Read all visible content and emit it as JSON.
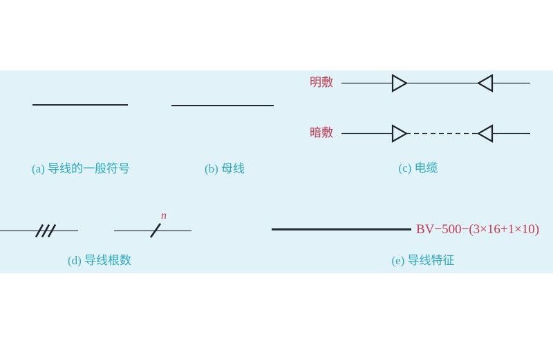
{
  "colors": {
    "panel_bg": "#e1f3f9",
    "caption_teal": "#2ea8be",
    "label_crimson": "#c33b51",
    "line_dark": "#242936"
  },
  "symbols": {
    "a": {
      "caption": "(a) 导线的一般符号"
    },
    "b": {
      "caption": "(b) 母线"
    },
    "c": {
      "caption": "(c) 电缆",
      "exposed_label": "明敷",
      "concealed_label": "暗敷"
    },
    "d": {
      "caption": "(d) 导线根数",
      "count_label": "n"
    },
    "e": {
      "caption": "(e) 导线特征",
      "spec_text": "BV−500−(3×16+1×10)"
    }
  }
}
